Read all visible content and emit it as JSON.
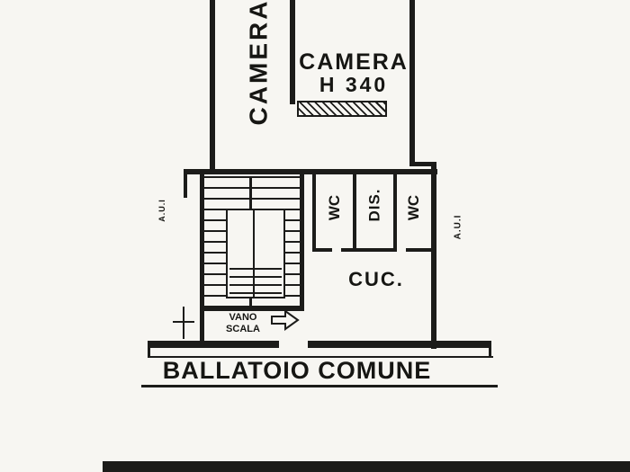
{
  "floorplan": {
    "colors": {
      "paper": "#f7f6f2",
      "ink": "#1c1c1a"
    },
    "rooms": [
      {
        "id": "camera-left",
        "label": "CAMERA"
      },
      {
        "id": "camera-right",
        "label": "CAMERA",
        "height_note": "H 340"
      },
      {
        "id": "wc-left",
        "label": "WC"
      },
      {
        "id": "disimpegno",
        "label": "DIS."
      },
      {
        "id": "wc-right",
        "label": "WC"
      },
      {
        "id": "cucina",
        "label": "CUC."
      },
      {
        "id": "vano-scala",
        "label_line1": "VANO",
        "label_line2": "SCALA"
      }
    ],
    "annotations": {
      "aui_left": "A.U.I",
      "aui_right": "A.U.I",
      "ballatoio": "BALLATOIO COMUNE"
    }
  }
}
